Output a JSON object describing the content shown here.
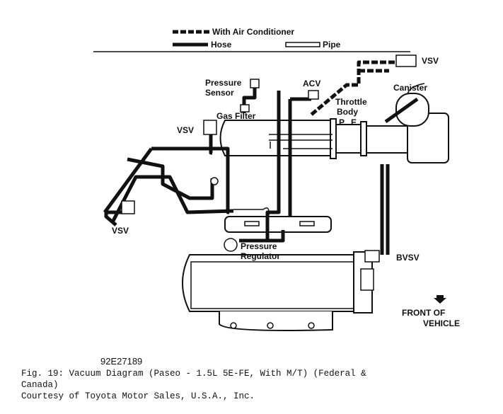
{
  "legend": {
    "ac": "With Air Conditioner",
    "hose": "Hose",
    "pipe": "Pipe"
  },
  "labels": {
    "vsv_top": "VSV",
    "canister": "Canister",
    "acv": "ACV",
    "pressure_sensor_1": "Pressure",
    "pressure_sensor_2": "Sensor",
    "gas_filter": "Gas Filter",
    "throttle_body_1": "Throttle",
    "throttle_body_2": "Body",
    "port_p": "P",
    "port_e": "E",
    "vsv_left": "VSV",
    "vsv_lower": "VSV",
    "pressure_regulator_1": "Pressure",
    "pressure_regulator_2": "Regulator",
    "bvsv": "BVSV",
    "front_1": "FRONT OF",
    "front_2": "VEHICLE"
  },
  "figure_id": "92E27189",
  "caption": {
    "line1": "Fig. 19:  Vacuum Diagram (Paseo - 1.5L 5E-FE, With M/T) (Federal &",
    "line2": "Canada)",
    "line3": "Courtesy of Toyota Motor Sales, U.S.A., Inc."
  }
}
